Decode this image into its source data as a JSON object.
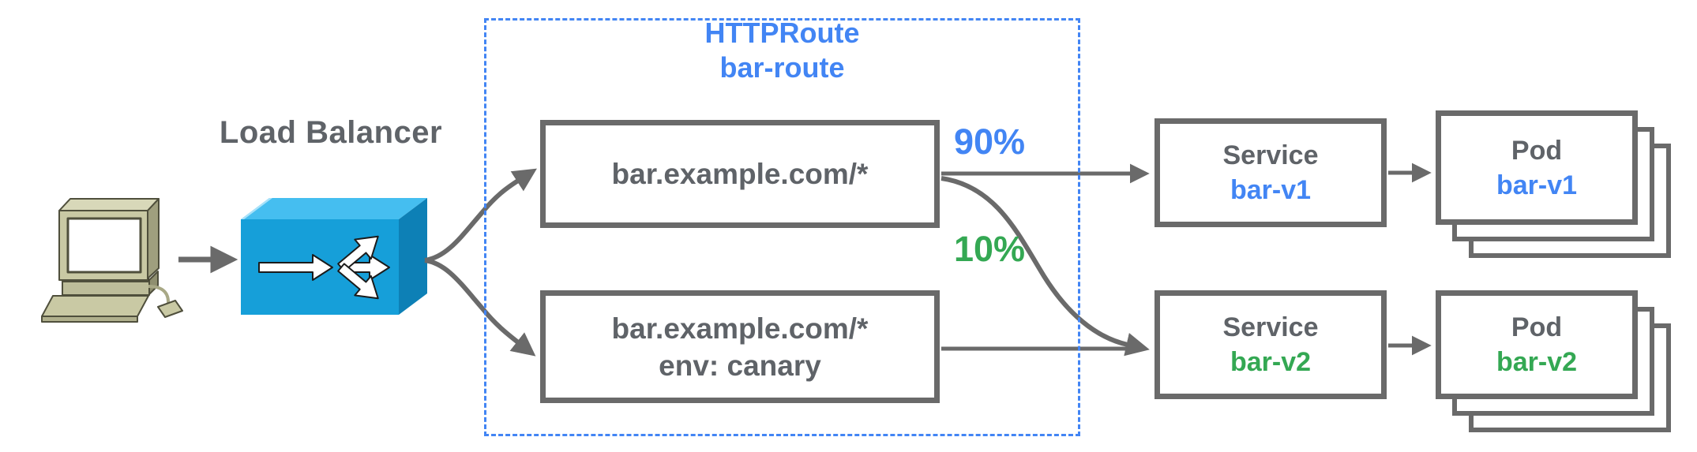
{
  "labels": {
    "load_balancer": "Load Balancer",
    "weight_v1": "90%",
    "weight_v2": "10%"
  },
  "http_route": {
    "kind": "HTTPRoute",
    "name": "bar-route",
    "rules": [
      {
        "match": "bar.example.com/*"
      },
      {
        "match": "bar.example.com/*",
        "header": "env: canary"
      }
    ]
  },
  "services": [
    {
      "kind": "Service",
      "name": "bar-v1"
    },
    {
      "kind": "Service",
      "name": "bar-v2"
    }
  ],
  "pods": [
    {
      "kind": "Pod",
      "name": "bar-v1"
    },
    {
      "kind": "Pod",
      "name": "bar-v2"
    }
  ],
  "icons": {
    "client": "desktop-computer-icon",
    "load_balancer": "load-balancer-icon"
  },
  "colors": {
    "blue": "#4285f4",
    "green": "#34a853",
    "text_gray": "#5f6368",
    "line_gray": "#6a6a6a",
    "lb_front": "#169fd9",
    "lb_top": "#45bef0",
    "lb_side": "#0d80b6",
    "client_body": "#c9c9a4"
  }
}
